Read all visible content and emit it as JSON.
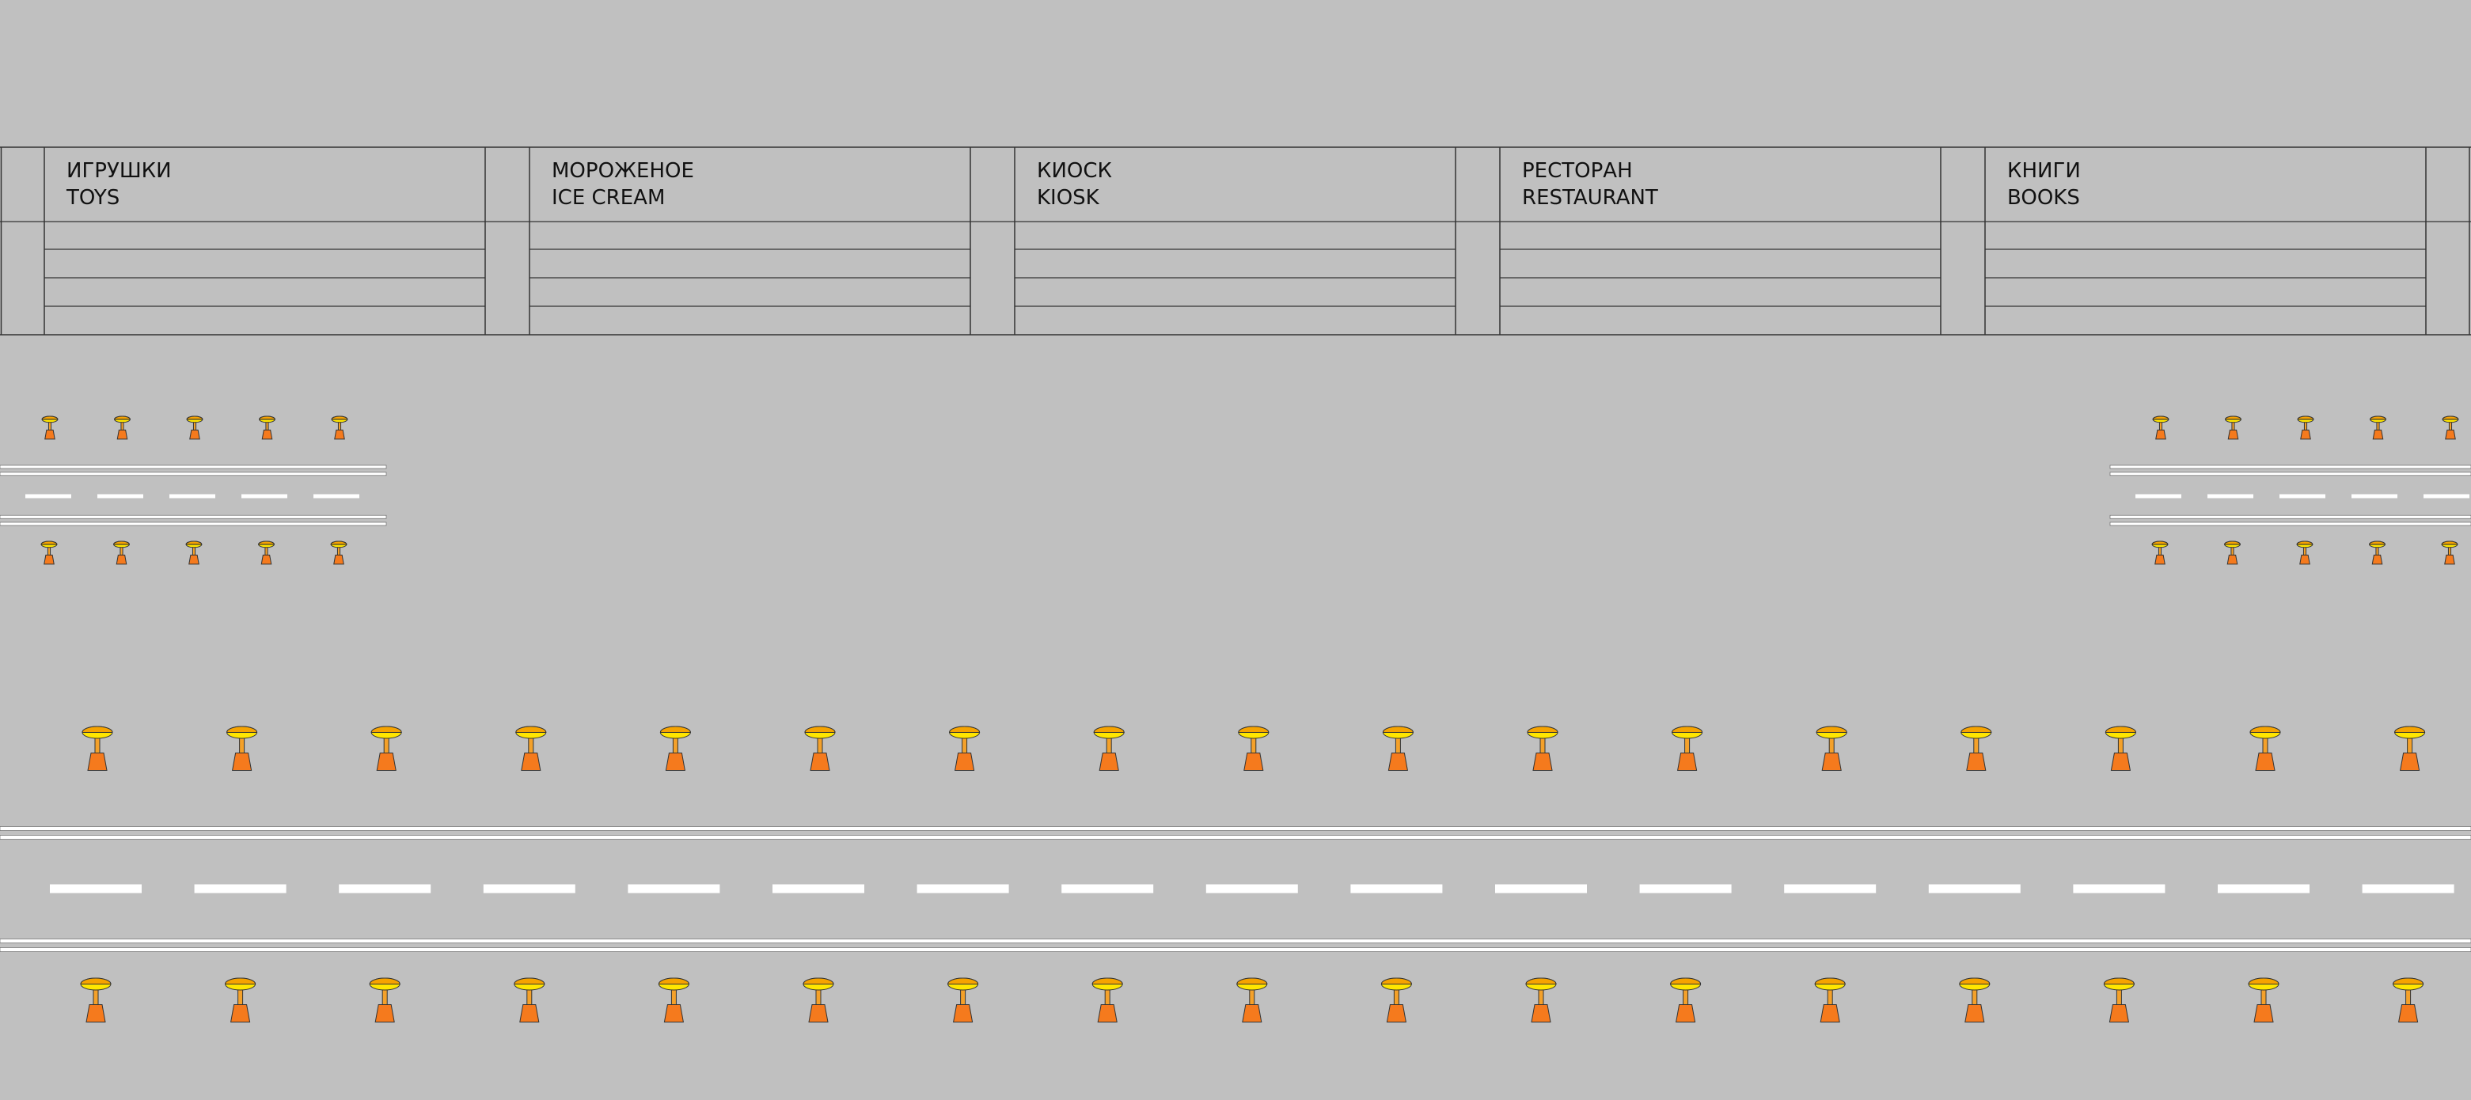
{
  "colors": {
    "background": "#c0c0c0",
    "road_surface": "#c0c0c0",
    "lane_edge_line": "#ffffff",
    "lane_dash": "#ffffff",
    "outline": "#333333",
    "lamp_head_top": "#f6a300",
    "lamp_head_bottom": "#ffe600",
    "lamp_pole": "#f4a12a",
    "lamp_base": "#f57a1d"
  },
  "shops": [
    {
      "name_ru": "ИГРУШКИ",
      "name_en": "TOYS"
    },
    {
      "name_ru": "МОРОЖЕНОЕ",
      "name_en": "ICE CREAM"
    },
    {
      "name_ru": "КИОСК",
      "name_en": "KIOSK"
    },
    {
      "name_ru": "РЕСТОРАН",
      "name_en": "RESTAURANT"
    },
    {
      "name_ru": "КНИГИ",
      "name_en": "BOOKS"
    }
  ],
  "icons": {
    "street_lamp": "street-lamp-icon"
  }
}
